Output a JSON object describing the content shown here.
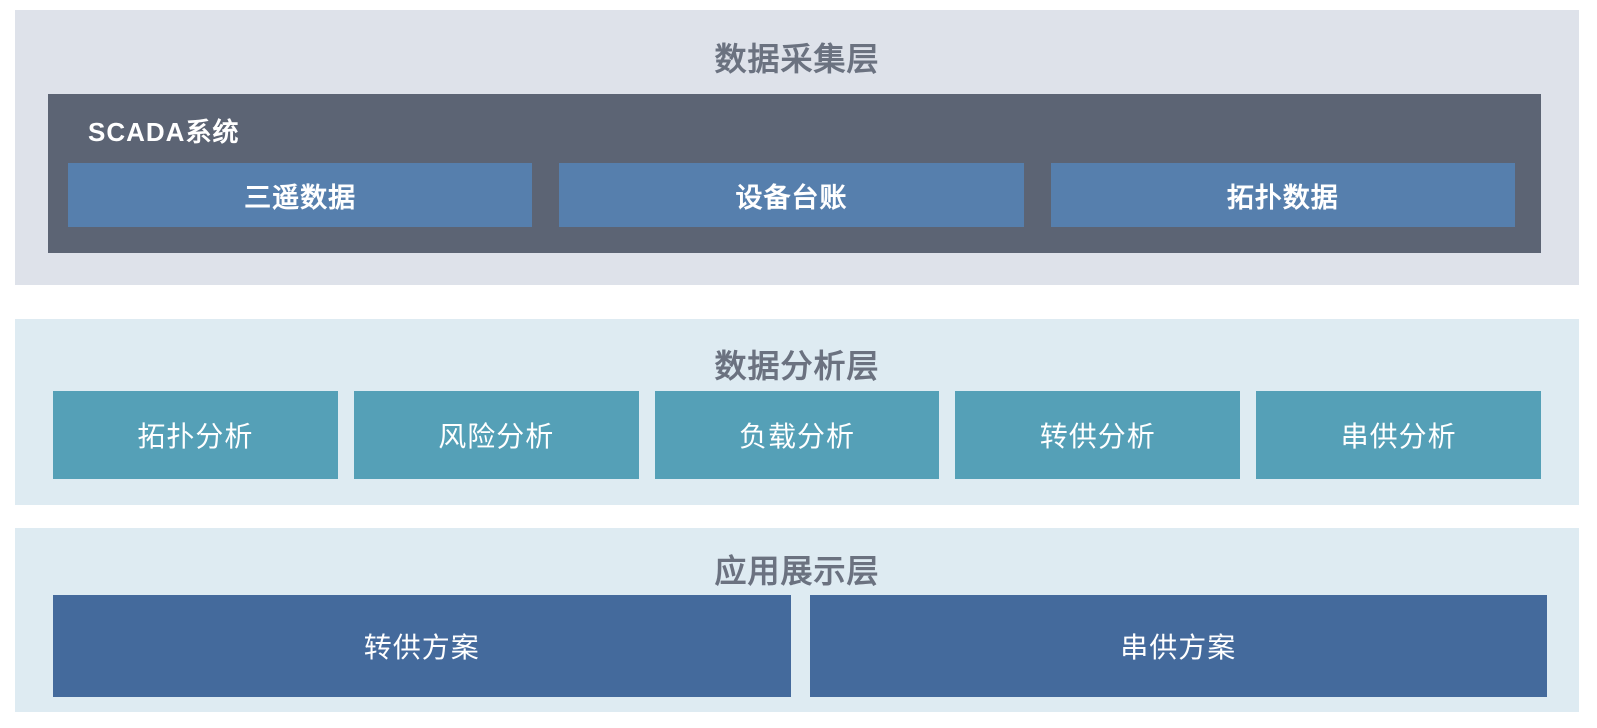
{
  "diagram": {
    "layers": [
      {
        "title": "数据采集层",
        "scada": {
          "label": "SCADA系统",
          "boxes": [
            "三遥数据",
            "设备台账",
            "拓扑数据"
          ]
        }
      },
      {
        "title": "数据分析层",
        "boxes": [
          "拓扑分析",
          "风险分析",
          "负载分析",
          "转供分析",
          "串供分析"
        ]
      },
      {
        "title": "应用展示层",
        "boxes": [
          "转供方案",
          "串供方案"
        ]
      }
    ],
    "colors": {
      "layer1_bg": "#dee2ea",
      "layer2_bg": "#deebf2",
      "layer3_bg": "#deebf2",
      "scada_panel": "#5c6474",
      "scada_box": "#567fad",
      "analysis_box": "#55a0b7",
      "app_box": "#446a9c",
      "title_text": "#6b7280",
      "box_text": "#ffffff"
    }
  }
}
